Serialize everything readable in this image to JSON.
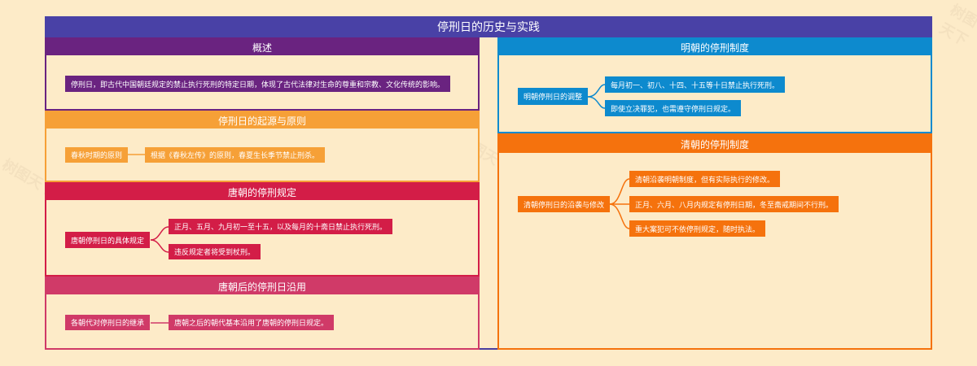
{
  "title": "停刑日的历史与实践",
  "watermark": "树图天下",
  "sections": {
    "overview": {
      "title": "概述",
      "color": "#6a2380",
      "text": "停刑日，即古代中国朝廷规定的禁止执行死刑的特定日期，体现了古代法律对生命的尊重和宗教、文化传统的影响。"
    },
    "origin": {
      "title": "停刑日的起源与原则",
      "color": "#f6a037",
      "parent": "春秋时期的原则",
      "children": [
        "根据《春秋左传》的原则，春夏生长季节禁止刑杀。"
      ]
    },
    "tang": {
      "title": "唐朝的停刑规定",
      "color": "#d31d47",
      "parent": "唐朝停刑日的具体规定",
      "children": [
        "正月、五月、九月初一至十五，以及每月的十斋日禁止执行死刑。",
        "违反规定者将受到杖刑。"
      ]
    },
    "after_tang": {
      "title": "唐朝后的停刑日沿用",
      "color": "#d03a68",
      "parent": "各朝代对停刑日的继承",
      "children": [
        "唐朝之后的朝代基本沿用了唐朝的停刑日规定。"
      ]
    },
    "ming": {
      "title": "明朝的停刑制度",
      "color": "#0d8ace",
      "parent": "明朝停刑日的调整",
      "children": [
        "每月初一、初八、十四、十五等十日禁止执行死刑。",
        "即使立决罪犯，也需遵守停刑日规定。"
      ]
    },
    "qing": {
      "title": "清朝的停刑制度",
      "color": "#f5720d",
      "parent": "清朝停刑日的沿袭与修改",
      "children": [
        "清朝沿袭明朝制度，但有实际执行的修改。",
        "正月、六月、八月内规定有停刑日期，冬至斋戒期间不行刑。",
        "重大案犯可不依停刑规定，随时执法。"
      ]
    }
  }
}
